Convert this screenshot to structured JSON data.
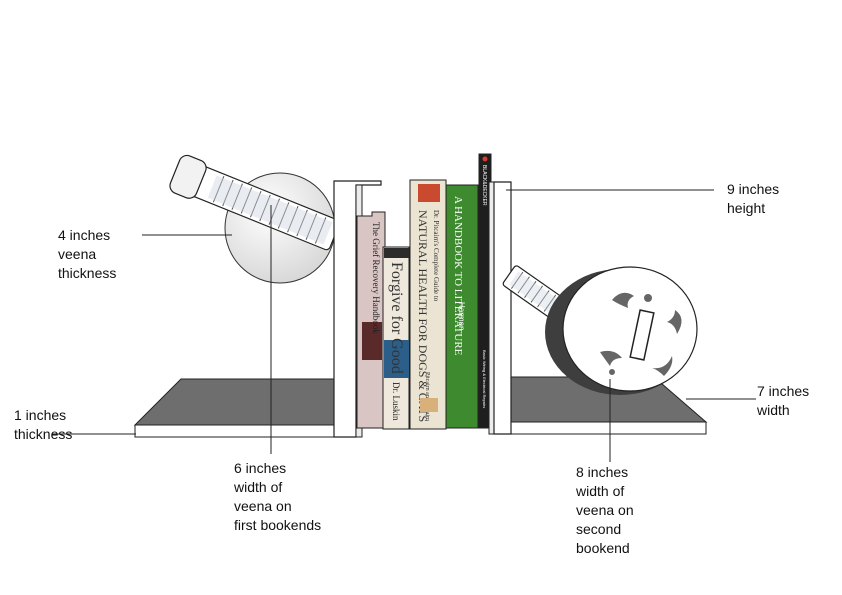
{
  "annotations": {
    "veena_thickness": [
      "4 inches",
      "veena",
      "thickness"
    ],
    "height": [
      "9 inches",
      "height"
    ],
    "thickness": [
      "1 inches",
      "thickness"
    ],
    "width": [
      "7 inches",
      "width"
    ],
    "first_veena_width": [
      "6 inches",
      "width of",
      "veena on",
      "first bookends"
    ],
    "second_veena_width": [
      "8 inches",
      "width of",
      "veena on",
      "second",
      "bookend"
    ]
  },
  "books": {
    "book1_title": "The Grief Recovery Handbook",
    "book2_title": "Forgive for Good",
    "book2_author": "Dr. Luskin",
    "book3_title": "NATURAL HEALTH FOR DOGS & CATS",
    "book3_subtitle": "Dr. Pitcairn's Complete Guide to",
    "book3_author": "Pitcairn and Pitcairn",
    "book4_title": "A HANDBOOK TO LITERATURE",
    "book4_author": "Harmon",
    "book5_title": "Basic Wiring & Electrical Repairs",
    "book5_brand": "BLACK&DECKER"
  },
  "colors": {
    "base": "#6e6e6e",
    "upright": "#ffffff",
    "book1": "#d9c6c4",
    "book2": "#efe8dc",
    "book3": "#ece4d2",
    "book4": "#3d8a2f",
    "book5": "#1e1e1e",
    "leader_line": "#222222"
  }
}
